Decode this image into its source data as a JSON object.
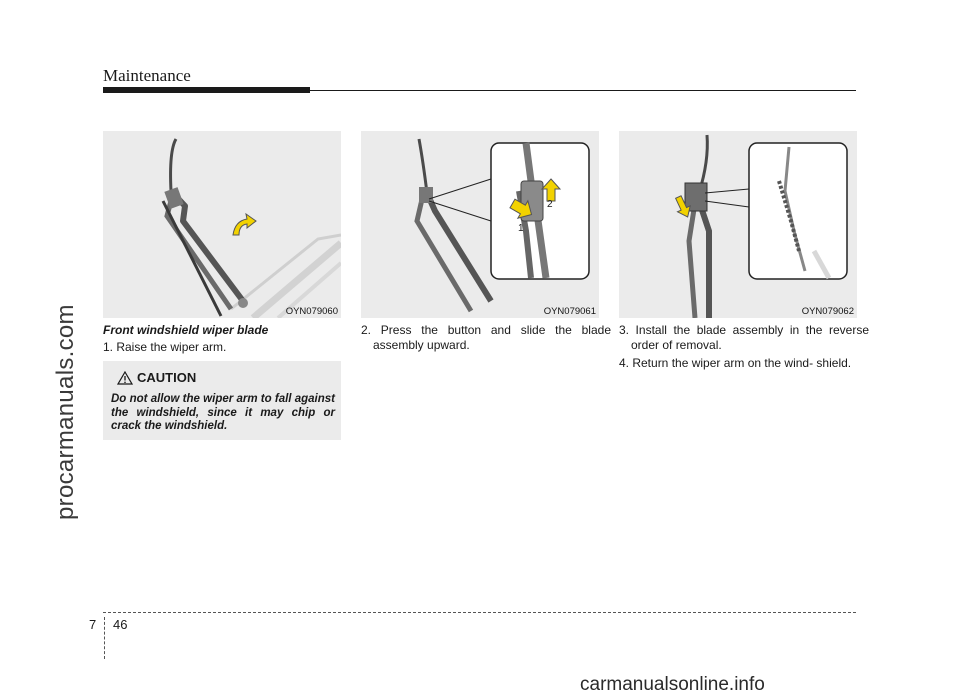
{
  "header": {
    "title": "Maintenance"
  },
  "watermarks": {
    "left": "procarmanuals.com",
    "bottom": "carmanualsonline.info"
  },
  "figures": [
    {
      "code": "OYN079060"
    },
    {
      "code": "OYN079061",
      "callouts": [
        "1",
        "2"
      ]
    },
    {
      "code": "OYN079062"
    }
  ],
  "section": {
    "heading": "Front windshield wiper blade",
    "steps": [
      "1. Raise the wiper arm.",
      "2. Press the button and slide the blade assembly upward.",
      "3. Install the blade assembly in the reverse order of removal.",
      "4. Return the wiper arm on the wind- shield."
    ]
  },
  "caution": {
    "title": "CAUTION",
    "text": "Do not allow the wiper arm to fall against the windshield, since it may chip or crack the windshield."
  },
  "footer": {
    "chapter": "7",
    "page": "46"
  },
  "colors": {
    "arrow": "#f2d200",
    "figure_bg": "#ebebeb",
    "rule": "#1a1a1a"
  }
}
